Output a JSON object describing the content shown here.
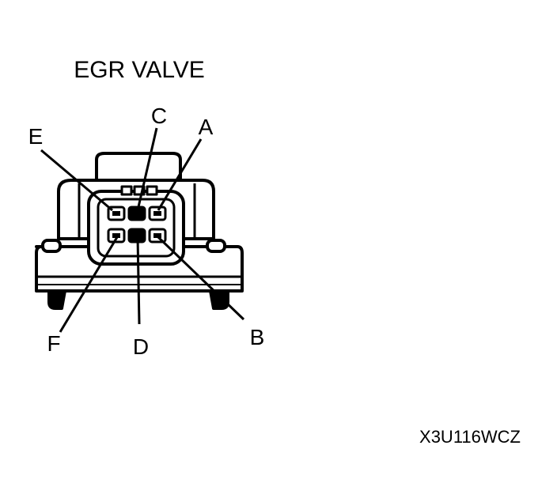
{
  "title": "EGR VALVE",
  "pin_labels": {
    "A": "A",
    "B": "B",
    "C": "C",
    "D": "D",
    "E": "E",
    "F": "F"
  },
  "figure_code": "X3U116WCZ",
  "colors": {
    "ink": "#000000",
    "paper": "#ffffff"
  }
}
